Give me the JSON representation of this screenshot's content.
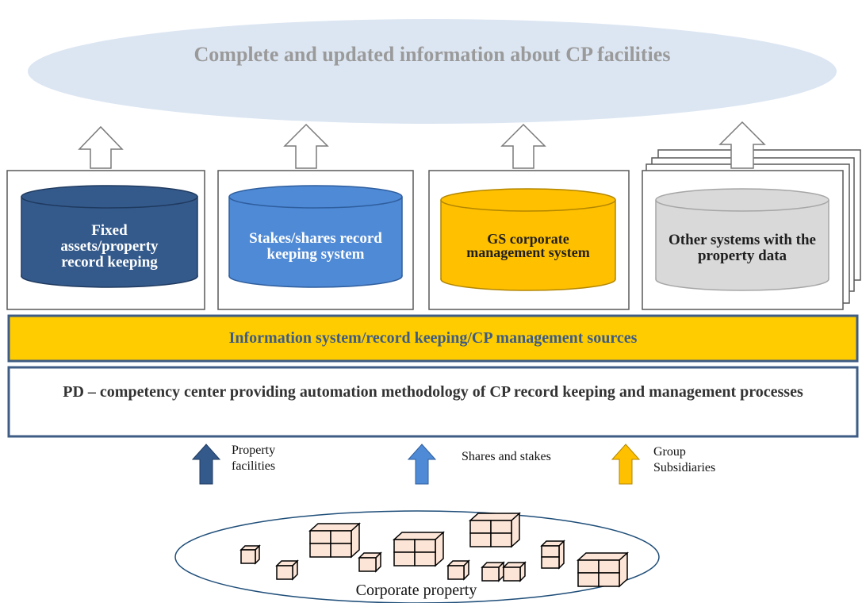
{
  "top": {
    "title": "Complete and updated information about CP facilities"
  },
  "systems": [
    {
      "label": "Fixed assets/property record keeping",
      "color": "#345a8c",
      "text_color": "#ffffff"
    },
    {
      "label": "Stakes/shares record keeping system",
      "color": "#4f8ad6",
      "text_color": "#ffffff"
    },
    {
      "label": "GS corporate management system",
      "color": "#ffc000",
      "text_color": "#1f1f1f"
    },
    {
      "label": "Other systems with the property data",
      "color": "#d9d9d9",
      "text_color": "#1f1f1f"
    }
  ],
  "sources_bar": {
    "label": "Information system/record keeping/CP management sources",
    "color": "#ffcc00"
  },
  "pd_bar": {
    "label": "PD – competency center providing automation methodology of CP record keeping and management processes"
  },
  "flows": [
    {
      "label": "Property facilities",
      "color": "#345a8c"
    },
    {
      "label": "Shares and stakes",
      "color": "#4f8ad6"
    },
    {
      "label": "Group Subsidiaries",
      "color": "#ffc000"
    }
  ],
  "bottom": {
    "label": "Corporate property"
  }
}
